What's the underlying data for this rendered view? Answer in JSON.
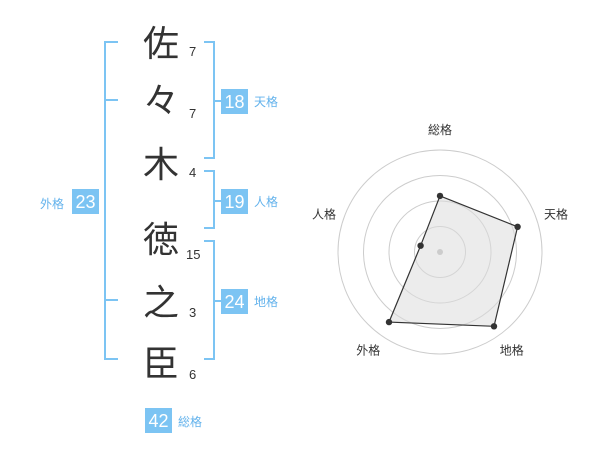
{
  "colors": {
    "accent": "#7cc4f3",
    "label": "#62b2ec",
    "ink": "#333333",
    "grid": "#cccccc",
    "fill": "#eeeeee"
  },
  "characters": [
    {
      "char": "佐",
      "strokes": "7"
    },
    {
      "char": "々",
      "strokes": "7"
    },
    {
      "char": "木",
      "strokes": "4"
    },
    {
      "char": "徳",
      "strokes": "15"
    },
    {
      "char": "之",
      "strokes": "3"
    },
    {
      "char": "臣",
      "strokes": "6"
    }
  ],
  "scores": {
    "tenkaku": {
      "label": "天格",
      "value": "18"
    },
    "jinkaku": {
      "label": "人格",
      "value": "19"
    },
    "chikaku": {
      "label": "地格",
      "value": "24"
    },
    "gaikaku": {
      "label": "外格",
      "value": "23"
    },
    "soukaku": {
      "label": "総格",
      "value": "42"
    }
  },
  "chart_data": {
    "type": "radar",
    "axes": [
      "総格",
      "天格",
      "地格",
      "外格",
      "人格"
    ],
    "values": [
      0.55,
      0.8,
      0.9,
      0.85,
      0.2
    ],
    "range": [
      0,
      1
    ],
    "rings": 4
  }
}
